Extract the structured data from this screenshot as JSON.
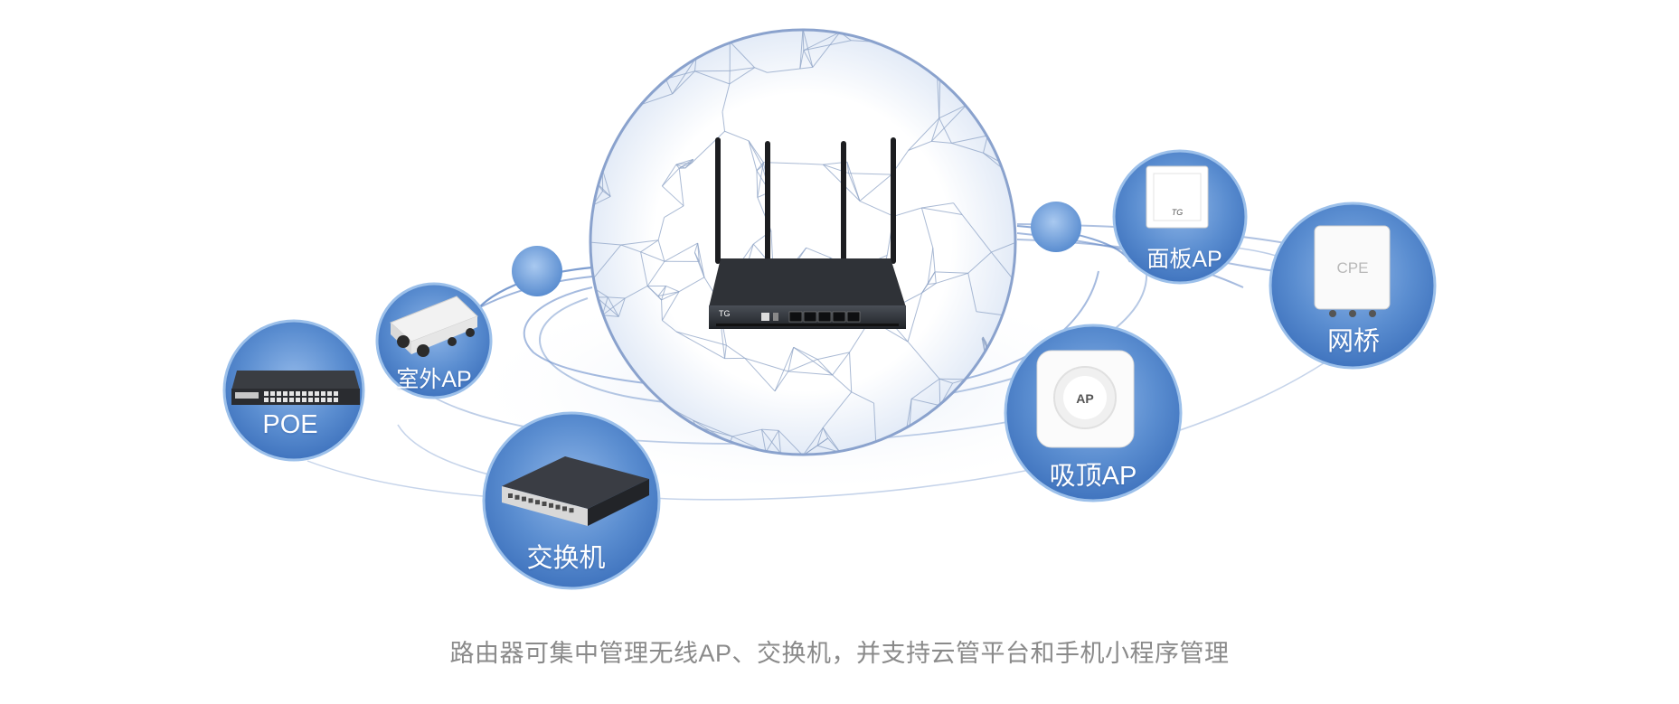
{
  "nodes": {
    "poe": {
      "label": "POE"
    },
    "outdoor_ap": {
      "label": "室外AP"
    },
    "switch": {
      "label": "交换机"
    },
    "panel_ap": {
      "label": "面板AP",
      "icon_text": "TG"
    },
    "bridge": {
      "label": "网桥",
      "icon_text": "CPE"
    },
    "ceiling_ap": {
      "label": "吸顶AP",
      "icon_text": "AP"
    }
  },
  "router": {
    "brand_text": "TG"
  },
  "caption": "路由器可集中管理无线AP、交换机，并支持云管平台和手机小程序管理",
  "colors": {
    "node_fill": "#4f82c8",
    "node_edge": "#9cc0ea",
    "orbit_line": "#5d84c4",
    "sphere_line": "#8ea3c6",
    "caption": "#8a8a8a"
  }
}
